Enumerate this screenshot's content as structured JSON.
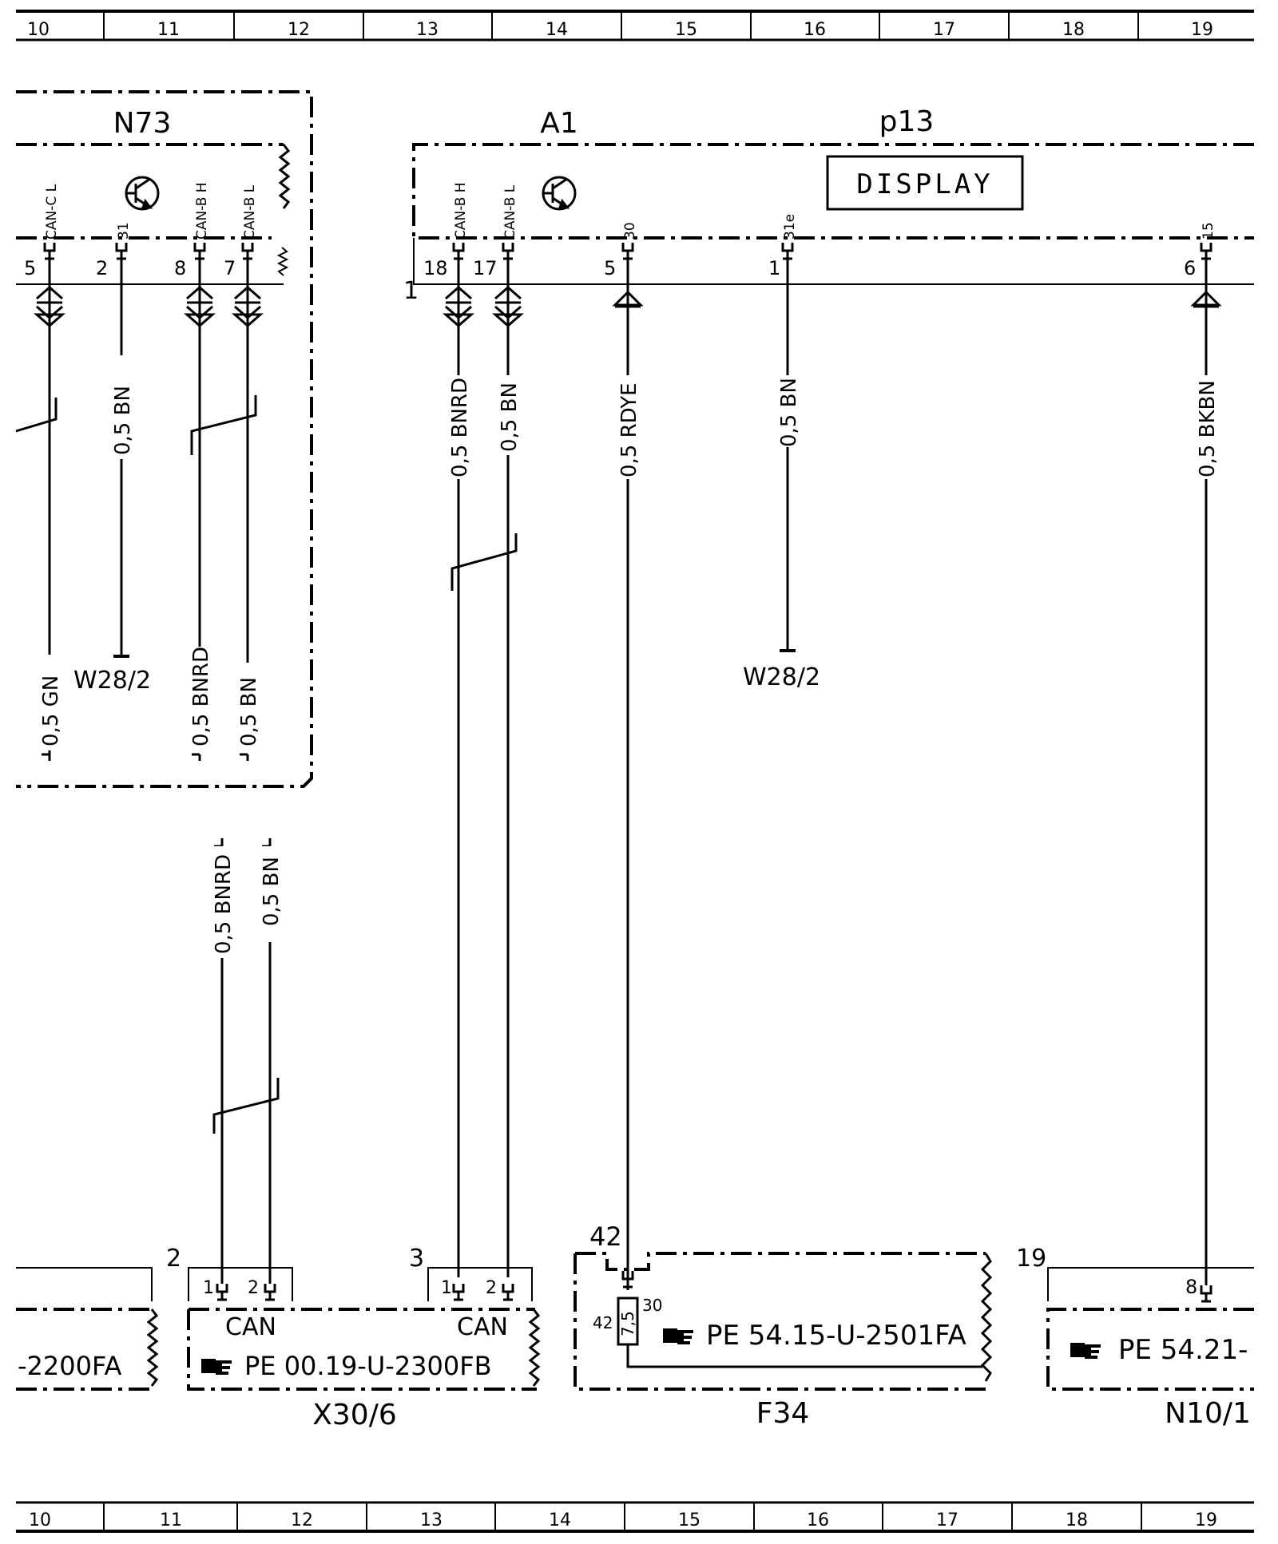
{
  "ruler": {
    "numbers": [
      "10",
      "11",
      "12",
      "13",
      "14",
      "15",
      "16",
      "17",
      "18",
      "19"
    ]
  },
  "components": {
    "n73": {
      "name": "N73",
      "pins": {
        "canc_l": {
          "label": "CAN-C L",
          "number": "5"
        },
        "p31": {
          "label": "31",
          "number": "2"
        },
        "canb_h": {
          "label": "CAN-B H",
          "number": "8"
        },
        "canb_l": {
          "label": "CAN-B L",
          "number": "7"
        }
      },
      "wires": {
        "p31_top": "0,5 BN",
        "gn_bottom": "0,5 GN",
        "bnrd_bottom": "0,5 BNRD",
        "bn_bottom": "0,5 BN",
        "ground": "W28/2"
      }
    },
    "a1": {
      "name": "A1",
      "sub": "p13",
      "display": "DISPLAY",
      "connector": "1",
      "pins": {
        "canb_h": {
          "label": "CAN-B H",
          "number": "18"
        },
        "canb_l": {
          "label": "CAN-B L",
          "number": "17"
        },
        "p30": {
          "label": "30",
          "number": "5"
        },
        "p31e": {
          "label": "31e",
          "number": "1"
        },
        "p15": {
          "label": "15",
          "number": "6"
        }
      },
      "wires": {
        "bnrd": "0,5 BNRD",
        "bn": "0,5 BN",
        "rdye": "0,5 RDYE",
        "bn_31e": "0,5 BN",
        "bkbn": "0,5 BKBN",
        "ground": "W28/2"
      }
    },
    "mid_wires": {
      "bnrd": "0,5 BNRD",
      "bn": "0,5 BN"
    },
    "x30_6": {
      "name": "X30/6",
      "left_text": "-2200FA",
      "c2": {
        "num": "2",
        "p1": "1",
        "p2": "2",
        "label": "CAN"
      },
      "c3": {
        "num": "3",
        "p1": "1",
        "p2": "2",
        "label": "CAN"
      },
      "ref": "PE 00.19-U-2300FB"
    },
    "f34": {
      "name": "F34",
      "pin_top": "42",
      "pin_left": "42",
      "pin_right": "30",
      "fuse": "7,5",
      "ref": "PE 54.15-U-2501FA"
    },
    "n10_1": {
      "name": "N10/1",
      "num": "19",
      "pin": "8",
      "ref": "PE 54.21-"
    }
  }
}
